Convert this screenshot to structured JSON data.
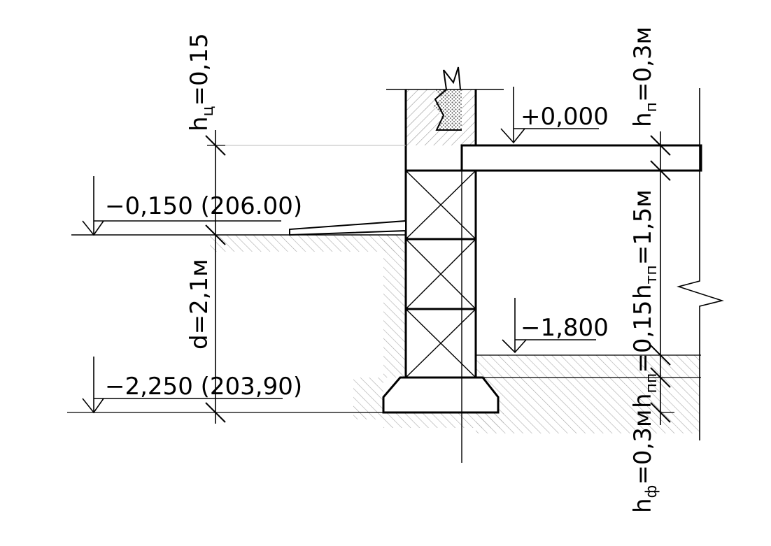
{
  "elevations": {
    "ground": "−0,150 (206.00)",
    "foundation_base": "−2,250 (203,90)",
    "floor": "+0,000",
    "basement_floor": "−1,800"
  },
  "dimensions": {
    "plinth": {
      "main": "h",
      "sub": "ц",
      "value": "=0,15"
    },
    "depth": {
      "main": "d=2,1м",
      "sub": "",
      "value": ""
    },
    "floor_slab": {
      "main": "h",
      "sub": "п",
      "value": "=0,3м"
    },
    "basement_height": {
      "main": "h",
      "sub": "тп",
      "value": "=1,5м"
    },
    "basement_floor_slab": {
      "main": "h",
      "sub": "пп",
      "value": "=0,15"
    },
    "footing": {
      "main": "h",
      "sub": "ф",
      "value": "=0,3м"
    }
  }
}
